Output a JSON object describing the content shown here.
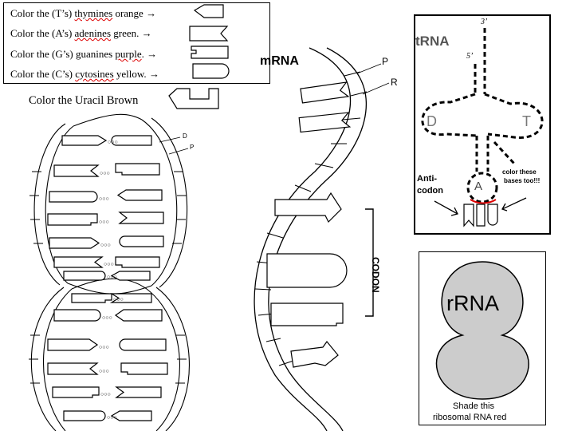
{
  "key": {
    "items": [
      {
        "pre": "Color the (T’s) ",
        "word": "thymines",
        "post": " orange",
        "arrow": "→"
      },
      {
        "pre": "Color the (A’s) ",
        "word": "adenines",
        "post": " green.",
        "arrow": "→"
      },
      {
        "pre": "Color the (G’s) guanines ",
        "word": "purple",
        "post": ".",
        "arrow": "→"
      },
      {
        "pre": "Color the (C’s) ",
        "word": "cytosines",
        "post": " yellow.",
        "arrow": "→"
      }
    ],
    "uracil": "Color the Uracil Brown"
  },
  "dna": {
    "label_d": "D",
    "label_p": "P",
    "dots": "○○○"
  },
  "mrna": {
    "title": "mRNA",
    "label_p": "P",
    "label_r": "R",
    "codon": "CODON"
  },
  "trna": {
    "title": "tRNA",
    "end3": "3’",
    "end5": "5’",
    "d": "D",
    "t": "T",
    "a": "A",
    "anticodon_1": "Anti-",
    "anticodon_2": "codon",
    "note_1": "color these",
    "note_2": "bases too!!!"
  },
  "rrna": {
    "title": "rRNA",
    "caption_1": "Shade this",
    "caption_2": "ribosomal RNA red"
  },
  "colors": {
    "ink": "#000000",
    "rrna_fill": "#cccccc",
    "red": "#dd0000"
  }
}
